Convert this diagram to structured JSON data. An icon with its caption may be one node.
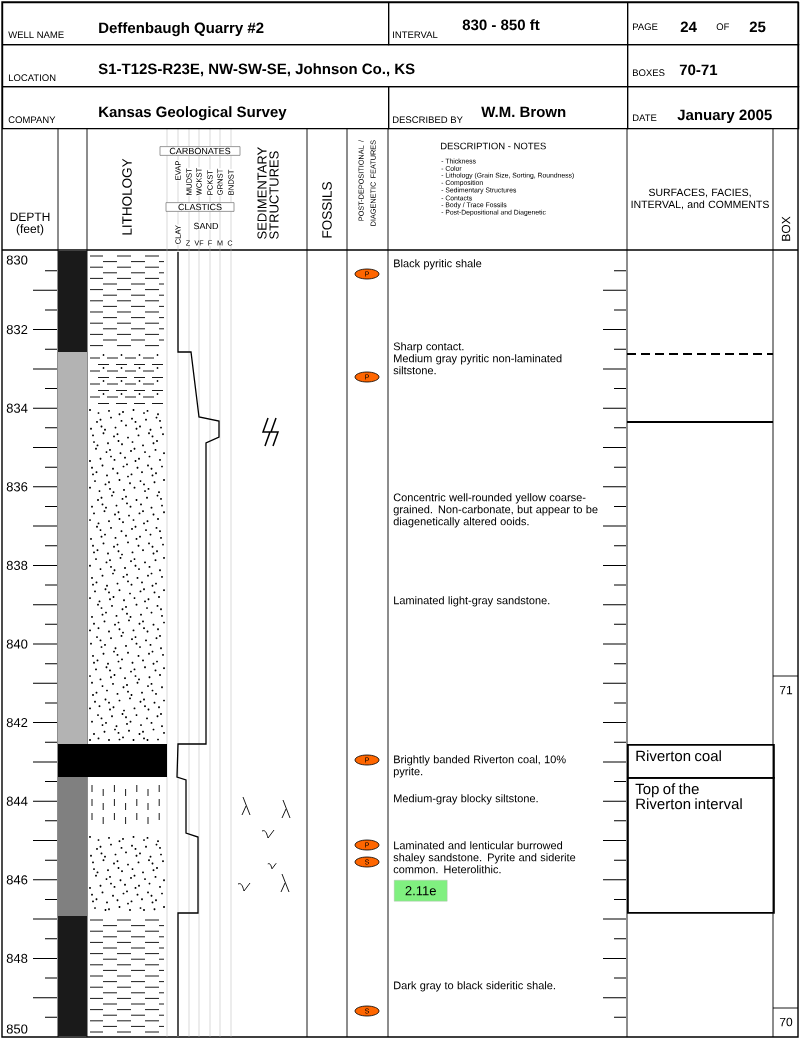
{
  "diagram": {
    "nodes": [
      {
        "text": [
          "WELL NAME",
          "Deffenbaugh Quarry #2"
        ]
      },
      {
        "text": [
          "INTERVAL",
          "830 - 850 ft"
        ]
      },
      {
        "text": [
          "PAGE",
          "24",
          "OF",
          "25"
        ]
      },
      {
        "text": [
          "LOCATION",
          "S1-T12S-R23E, NW-SW-SE, Johnson Co., KS"
        ]
      },
      {
        "text": [
          "BOXES",
          "70-71"
        ]
      },
      {
        "text": [
          "COMPANY",
          "Kansas Geological Survey"
        ]
      },
      {
        "text": [
          "DESCRIBED BY",
          "W.M. Brown"
        ]
      },
      {
        "text": [
          "DATE",
          "January 2005"
        ]
      },
      {
        "text": [
          "CARBONATES"
        ]
      },
      {
        "text": [
          "CLASTICS"
        ]
      },
      {
        "text": [
          "P"
        ]
      },
      {
        "text": [
          "P"
        ]
      },
      {
        "text": [
          "P"
        ]
      },
      {
        "text": [
          "P"
        ]
      },
      {
        "text": [
          "S"
        ]
      },
      {
        "text": [
          "S"
        ]
      },
      {
        "text": [
          "2.11e"
        ]
      },
      {
        "text": [
          "Riverton coal"
        ]
      },
      {
        "text": [
          "Top of the Riverton interval"
        ]
      }
    ],
    "labels": [
      "DEPTH (feet)",
      "LITHOLOGY",
      "EVAP",
      "MUDST",
      "WCKST",
      "PCKST",
      "GRNST",
      "BNDST",
      "CLAY",
      "SAND",
      "Z",
      "VF",
      "F",
      "M",
      "C",
      "SEDIMENTARY STRUCTURES",
      "FOSSILS",
      "POST-DEPOSITIONAL / DIAGENETIC FEATURES",
      "DESCRIPTION - NOTES",
      "- Thickness",
      "- Color",
      "- Lithology (Grain Size, Sorting, Roundness)",
      "- Composition",
      "- Sedimentary Structures",
      "- Contacts",
      "- Body / Trace Fossils",
      "- Post-Depositional and Diagenetic",
      "SURFACES, FACIES, INTERVAL, and COMMENTS",
      "BOX",
      "830",
      "832",
      "834",
      "836",
      "838",
      "840",
      "842",
      "844",
      "846",
      "848",
      "850",
      "Black pyritic shale",
      "Sharp contact.",
      "Medium gray pyritic non-laminated siltstone.",
      "Concentric well-rounded yellow coarse-grained. Non-carbonate, but appear to be diagenetically altered ooids.",
      "Laminated light-gray sandstone.",
      "Brightly banded Riverton coal, 10% pyrite.",
      "Medium-gray blocky siltstone.",
      "Laminated and lenticular burrowed shaley sandstone. Pyrite and siderite common. Heterolithic.",
      "Dark gray to black sideritic shale.",
      "71",
      "70"
    ]
  }
}
